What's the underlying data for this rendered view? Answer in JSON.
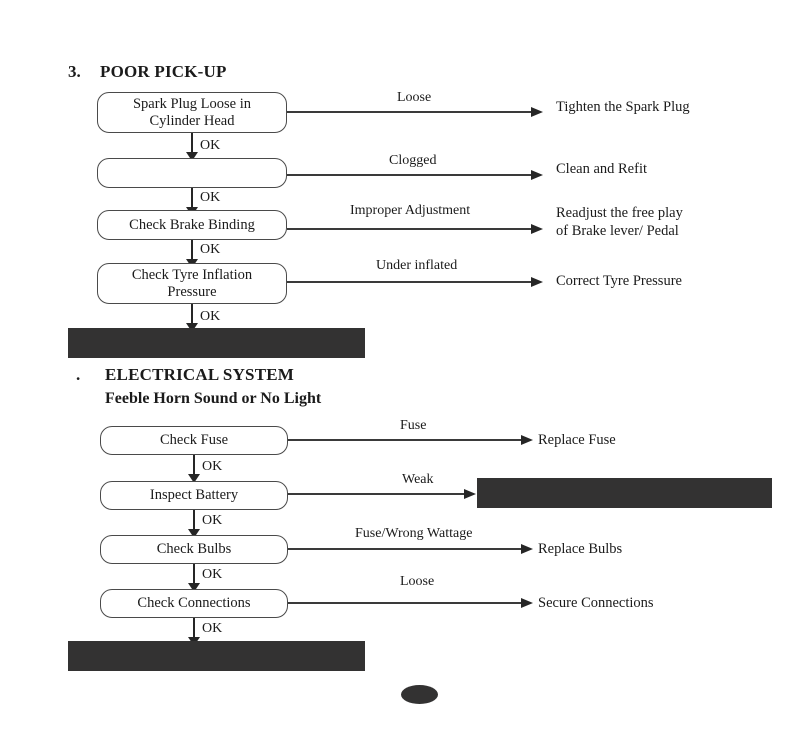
{
  "document": {
    "type": "troubleshooting-flowchart-page",
    "background_color": "#ffffff",
    "line_color": "#3a3a3a",
    "redaction_color": "#333232"
  },
  "section_poor_pickup": {
    "number": "3.",
    "title": "POOR PICK-UP",
    "nodes": [
      {
        "line1": "Spark Plug Loose in",
        "line2": "Cylinder Head"
      },
      {
        "line1": "",
        "line2": ""
      },
      {
        "line1": "Check Brake Binding",
        "line2": ""
      },
      {
        "line1": "Check Tyre Inflation",
        "line2": "Pressure"
      }
    ],
    "ok_labels": [
      "OK",
      "OK",
      "OK",
      "OK"
    ],
    "branches": [
      {
        "label": "Loose",
        "outcome_line1": "Tighten the Spark Plug",
        "outcome_line2": ""
      },
      {
        "label": "Clogged",
        "outcome_line1": "Clean and Refit",
        "outcome_line2": ""
      },
      {
        "label": "Improper Adjustment",
        "outcome_line1": "Readjust the free play",
        "outcome_line2": "of Brake lever/ Pedal"
      },
      {
        "label": "Under inflated",
        "outcome_line1": "Correct Tyre Pressure",
        "outcome_line2": ""
      }
    ]
  },
  "section_electrical": {
    "number": ".",
    "title": "ELECTRICAL SYSTEM",
    "subtitle": "Feeble Horn Sound or No Light",
    "nodes": [
      {
        "line1": "Check Fuse"
      },
      {
        "line1": "Inspect Battery"
      },
      {
        "line1": "Check Bulbs"
      },
      {
        "line1": "Check Connections"
      }
    ],
    "ok_labels": [
      "OK",
      "OK",
      "OK",
      "OK"
    ],
    "branches": [
      {
        "label": "Fuse",
        "outcome_line1": "Replace Fuse"
      },
      {
        "label": "Weak",
        "outcome_line1": ""
      },
      {
        "label": "Fuse/Wrong Wattage",
        "outcome_line1": "Replace Bulbs"
      },
      {
        "label": "Loose",
        "outcome_line1": "Secure Connections"
      }
    ]
  }
}
